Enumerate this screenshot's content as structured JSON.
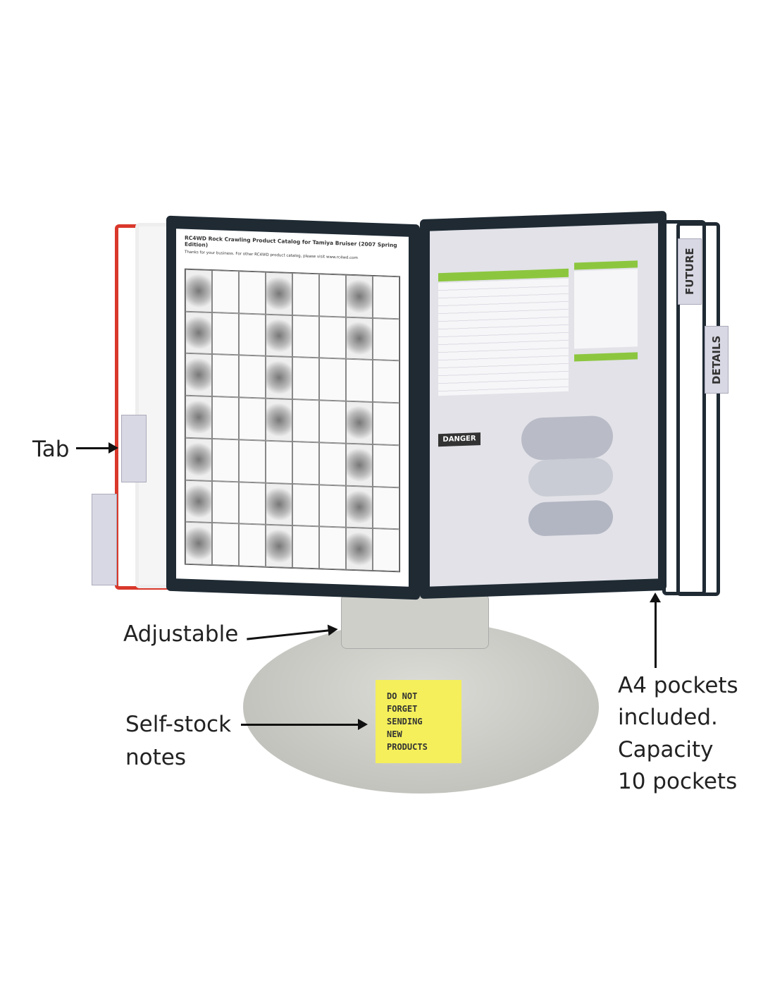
{
  "labels": {
    "tab": "Tab",
    "adjustable": "Adjustable",
    "self_stock": [
      "Self-stock",
      "notes"
    ],
    "pockets": [
      "A4 pockets",
      "included.",
      "Capacity",
      "10 pockets"
    ]
  },
  "left_page": {
    "title": "RC4WD Rock Crawling Product Catalog for Tamiya Bruiser (2007 Spring Edition)",
    "subtitle": "Thanks for your business. For other RC4WD product catalog, please visit www.rc4wd.com"
  },
  "right_page": {
    "danger_sign": "DANGER"
  },
  "tabs": [
    "FUTURE",
    "DETAILS"
  ],
  "sticky_note": [
    "DO NOT",
    "FORGET",
    "SENDING",
    "NEW",
    "PRODUCTS"
  ],
  "colors": {
    "red_pocket": "#d9382b",
    "frame": "#1f2a33",
    "note": "#f4ef5a",
    "stand": "#c9c9c4"
  }
}
